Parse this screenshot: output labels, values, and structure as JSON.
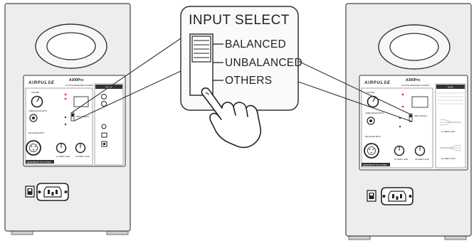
{
  "callout": {
    "title": "INPUT SELECT",
    "options": [
      "BALANCED",
      "UNBALANCED",
      "OTHERS"
    ]
  },
  "speaker": {
    "brand": "AIRPULSE",
    "model": "A300Pro",
    "subtitle": "ACTIVE SPEAKER SYSTEM",
    "volume_label": "VOLUME",
    "unbalanced_label": "UNBALANCED INPUT",
    "balanced_label": "BALANCED INPUT",
    "lf_label": "LF SHELF GAIN",
    "hf_label": "HF SHELF GAIN",
    "input_select_label": "INPUT SELECT",
    "designed_by": "DESIGNED BY PHIL JONES",
    "digital_label": "DIGITAL",
    "mode_label": "MODE"
  },
  "colors": {
    "line": "#444444",
    "cabinet": "#ededed",
    "panel": "#ffffff",
    "led": "#e53935",
    "callout_bg": "#fafafa"
  }
}
